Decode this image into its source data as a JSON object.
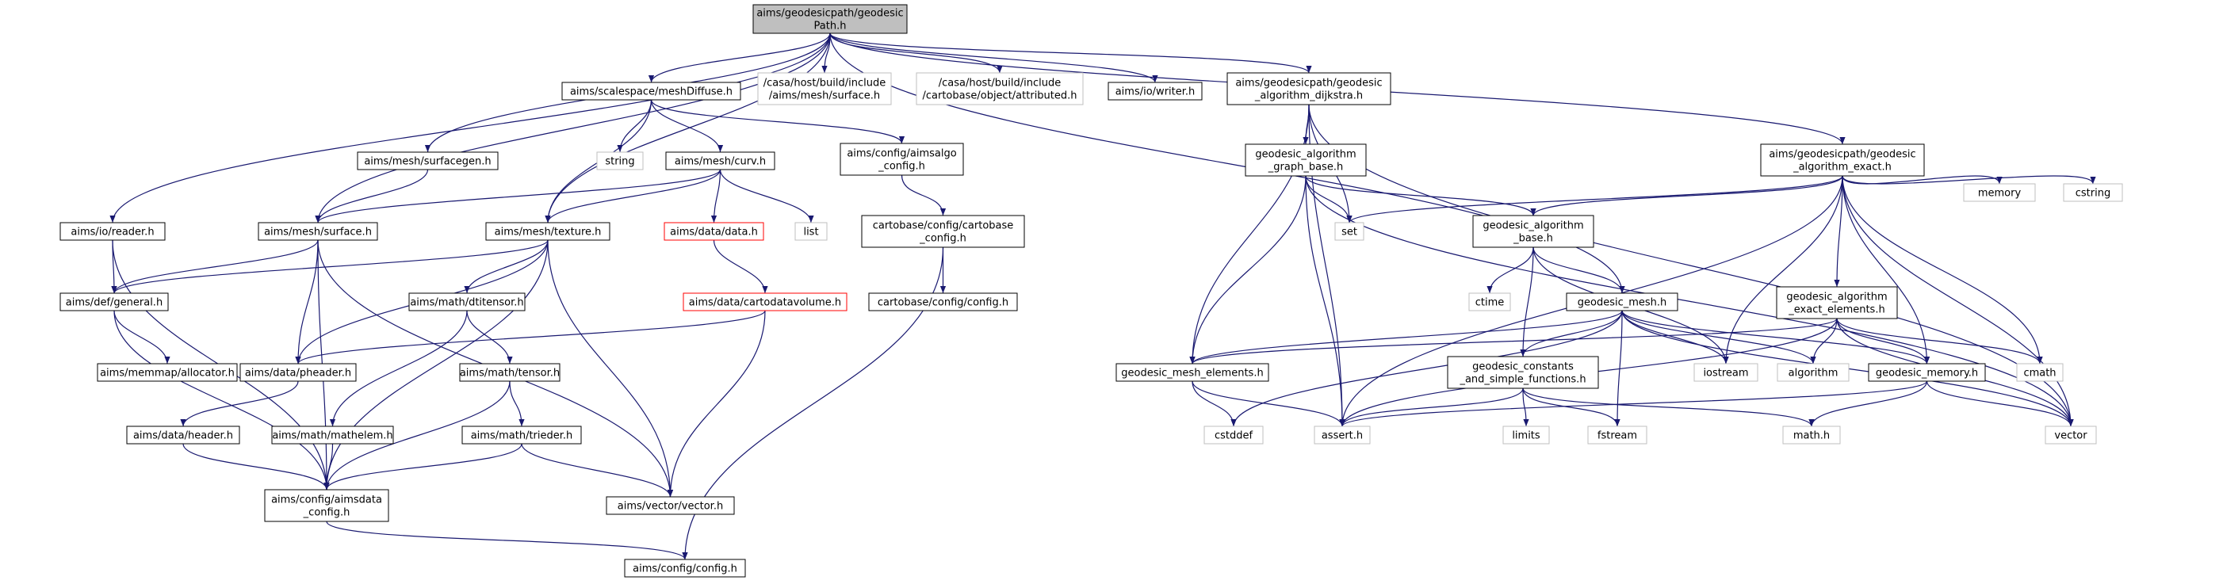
{
  "graph": {
    "root": {
      "lines": [
        "aims/geodesicpath/geodesic",
        "Path.h"
      ]
    },
    "nodes": [
      {
        "id": "meshdiffuse",
        "lines": [
          "aims/scalespace/meshDiffuse.h"
        ]
      },
      {
        "id": "casa_surface",
        "lines": [
          "/casa/host/build/include",
          "/aims/mesh/surface.h"
        ]
      },
      {
        "id": "casa_attributed",
        "lines": [
          "/casa/host/build/include",
          "/cartobase/object/attributed.h"
        ]
      },
      {
        "id": "writer",
        "lines": [
          "aims/io/writer.h"
        ]
      },
      {
        "id": "dijkstra",
        "lines": [
          "aims/geodesicpath/geodesic",
          "_algorithm_dijkstra.h"
        ]
      },
      {
        "id": "exact",
        "lines": [
          "aims/geodesicpath/geodesic",
          "_algorithm_exact.h"
        ]
      },
      {
        "id": "surfacegen",
        "lines": [
          "aims/mesh/surfacegen.h"
        ]
      },
      {
        "id": "reader",
        "lines": [
          "aims/io/reader.h"
        ]
      },
      {
        "id": "string",
        "lines": [
          "string"
        ]
      },
      {
        "id": "curv",
        "lines": [
          "aims/mesh/curv.h"
        ]
      },
      {
        "id": "aimsalgo_config",
        "lines": [
          "aims/config/aimsalgo",
          "_config.h"
        ]
      },
      {
        "id": "graph_base",
        "lines": [
          "geodesic_algorithm",
          "_graph_base.h"
        ]
      },
      {
        "id": "set",
        "lines": [
          "set"
        ]
      },
      {
        "id": "memory",
        "lines": [
          "memory"
        ]
      },
      {
        "id": "cstring",
        "lines": [
          "cstring"
        ]
      },
      {
        "id": "surface",
        "lines": [
          "aims/mesh/surface.h"
        ]
      },
      {
        "id": "texture",
        "lines": [
          "aims/mesh/texture.h"
        ]
      },
      {
        "id": "data",
        "lines": [
          "aims/data/data.h"
        ]
      },
      {
        "id": "list",
        "lines": [
          "list"
        ]
      },
      {
        "id": "cartobase_config",
        "lines": [
          "cartobase/config/cartobase",
          "_config.h"
        ]
      },
      {
        "id": "algo_base",
        "lines": [
          "geodesic_algorithm",
          "_base.h"
        ]
      },
      {
        "id": "general",
        "lines": [
          "aims/def/general.h"
        ]
      },
      {
        "id": "dtitensor",
        "lines": [
          "aims/math/dtitensor.h"
        ]
      },
      {
        "id": "cartodatavolume",
        "lines": [
          "aims/data/cartodatavolume.h"
        ]
      },
      {
        "id": "cartobase_config2",
        "lines": [
          "cartobase/config/config.h"
        ]
      },
      {
        "id": "ctime",
        "lines": [
          "ctime"
        ]
      },
      {
        "id": "geodesic_mesh",
        "lines": [
          "geodesic_mesh.h"
        ]
      },
      {
        "id": "exact_elements",
        "lines": [
          "geodesic_algorithm",
          "_exact_elements.h"
        ]
      },
      {
        "id": "allocator",
        "lines": [
          "aims/memmap/allocator.h"
        ]
      },
      {
        "id": "pheader",
        "lines": [
          "aims/data/pheader.h"
        ]
      },
      {
        "id": "tensor",
        "lines": [
          "aims/math/tensor.h"
        ]
      },
      {
        "id": "mesh_elements",
        "lines": [
          "geodesic_mesh_elements.h"
        ]
      },
      {
        "id": "constants",
        "lines": [
          "geodesic_constants",
          "_and_simple_functions.h"
        ]
      },
      {
        "id": "iostream",
        "lines": [
          "iostream"
        ]
      },
      {
        "id": "algorithm",
        "lines": [
          "algorithm"
        ]
      },
      {
        "id": "geodesic_memory",
        "lines": [
          "geodesic_memory.h"
        ]
      },
      {
        "id": "cmath",
        "lines": [
          "cmath"
        ]
      },
      {
        "id": "header",
        "lines": [
          "aims/data/header.h"
        ]
      },
      {
        "id": "mathelem",
        "lines": [
          "aims/math/mathelem.h"
        ]
      },
      {
        "id": "trieder",
        "lines": [
          "aims/math/trieder.h"
        ]
      },
      {
        "id": "cstddef",
        "lines": [
          "cstddef"
        ]
      },
      {
        "id": "assert",
        "lines": [
          "assert.h"
        ]
      },
      {
        "id": "limits",
        "lines": [
          "limits"
        ]
      },
      {
        "id": "fstream",
        "lines": [
          "fstream"
        ]
      },
      {
        "id": "mathh",
        "lines": [
          "math.h"
        ]
      },
      {
        "id": "vector_std",
        "lines": [
          "vector"
        ]
      },
      {
        "id": "aimsdata_config",
        "lines": [
          "aims/config/aimsdata",
          "_config.h"
        ]
      },
      {
        "id": "vectorh",
        "lines": [
          "aims/vector/vector.h"
        ]
      },
      {
        "id": "config",
        "lines": [
          "aims/config/config.h"
        ]
      }
    ],
    "colors": {
      "edge": "#191970",
      "root_fill": "#bfbfbf",
      "node_border": "#000000",
      "system_border": "#bfbfbf",
      "missing_border": "#ff0000",
      "background": "#ffffff"
    }
  }
}
